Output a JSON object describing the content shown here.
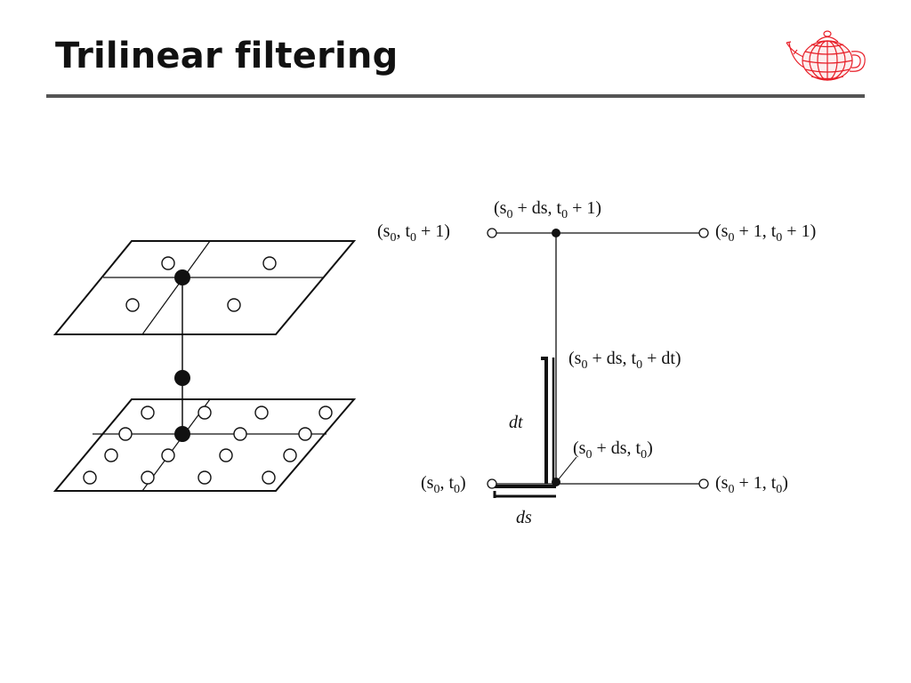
{
  "slide": {
    "title": "Trilinear filtering"
  },
  "logo": {
    "icon": "teapot-wireframe-icon",
    "color": "#e8202a"
  },
  "colors": {
    "rule": "#555555",
    "ink": "#111111"
  },
  "bilinear": {
    "top_mid": {
      "main": "(s",
      "sub1": "0",
      "mid": " + ds, t",
      "sub2": "0",
      "end": " + 1)"
    },
    "top_left": {
      "main": "(s",
      "sub1": "0",
      "mid": ", t",
      "sub2": "0",
      "end": " + 1)"
    },
    "top_right": {
      "main": "(s",
      "sub1": "0",
      "mid": " + 1, t",
      "sub2": "0",
      "end": " + 1)"
    },
    "mid_point": {
      "main": "(s",
      "sub1": "0",
      "mid": " + ds, t",
      "sub2": "0",
      "end": " + dt)"
    },
    "bottom_mid": {
      "main": "(s",
      "sub1": "0",
      "mid": " + ds, t",
      "sub2": "0",
      "end": ")"
    },
    "bottom_left": {
      "main": "(s",
      "sub1": "0",
      "mid": ", t",
      "sub2": "0",
      "end": ")"
    },
    "bottom_right": {
      "main": "(s",
      "sub1": "0",
      "mid": " + 1, t",
      "sub2": "0",
      "end": ")"
    },
    "dt_label": "dt",
    "ds_label": "ds"
  }
}
